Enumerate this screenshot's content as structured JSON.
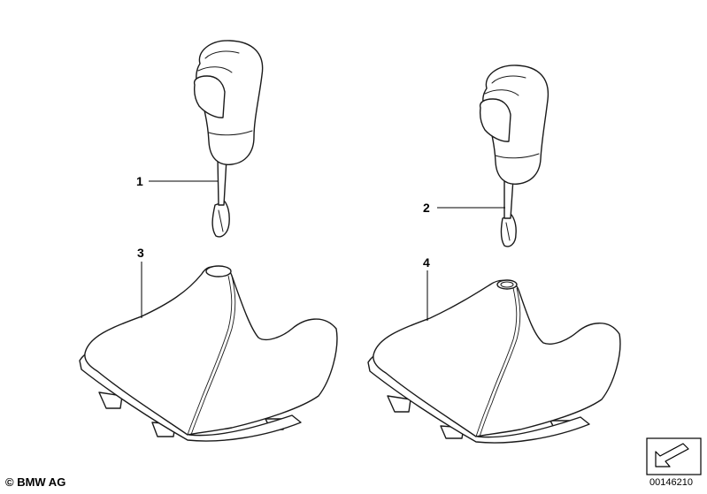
{
  "parts": [
    {
      "number": "1"
    },
    {
      "number": "2"
    },
    {
      "number": "3"
    },
    {
      "number": "4"
    }
  ],
  "footer": {
    "copyright": "© BMW AG",
    "diagram_code": "00146210"
  },
  "icons": {
    "navigation": "arrow-icon"
  }
}
